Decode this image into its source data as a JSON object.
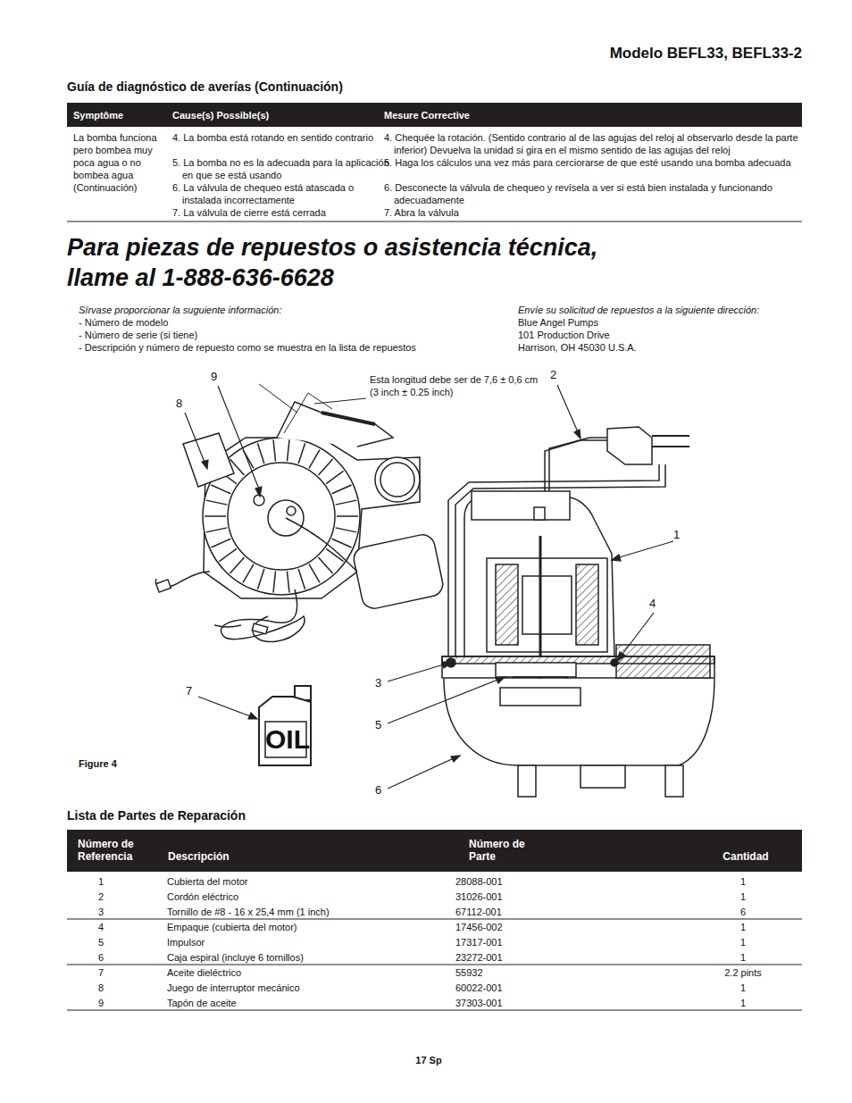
{
  "diagram": {
    "title": "Para piezas de repuestos o asistencia técnica, llame al 1-888-636-6628",
    "caption": "Figure 4",
    "labels": [
      "Modelo BEFL33, BEFL33-2",
      "Guía de diagnóstico de averías (Continuación)",
      "Symptôme",
      "Cause(s) Possible(s)",
      "Mesure Corrective",
      "La bomba funciona pero bombea muy poca agua o no bombea agua (Continuación)",
      "4. La bomba está rotando en sentido contrario",
      "5. La bomba no es la adecuada para la aplicación en que se está usando",
      "6. La válvula de chequeo está atascada o instalada incorrectamente",
      "7. La válvula de cierre está cerrada",
      "4. Chequée la rotación. (Sentido contrario al de las agujas del reloj al observarlo desde la parte inferior) Devuelva la unidad si gira en el mismo sentido de las agujas del reloj",
      "5. Haga los cálculos una vez más para cerciorarse de que esté usando una bomba adecuada",
      "6. Desconecte la válvula de chequeo y revísela a ver si está bien instalada y funcionando adecuadamente",
      "7. Abra la válvula",
      "Sírvase proporcionar la suguiente información:",
      "- Número de modelo",
      "- Número de serie (si tiene)",
      "- Descripción y número de repuesto como se muestra en la lista de repuestos",
      "Envíe su solicitud de repuestos a la siguiente dirección:",
      "Blue Angel Pumps",
      "101 Production Drive",
      "Harrison, OH 45030  U.S.A.",
      "Esta longitud debe ser de 7,6 ± 0,6 cm (3 inch ± 0.25 inch)",
      "9",
      "8",
      "2",
      "1",
      "4",
      "3",
      "7",
      "5",
      "6",
      "OIL",
      "Lista de Partes de Reparación",
      "Número de Referencia",
      "Descripción",
      "Número de Parte",
      "Cantidad",
      "1",
      "Cubierta del motor",
      "28088-001",
      "1",
      "2",
      "Cordón eléctrico",
      "31026-001",
      "1",
      "3",
      "Tornillo de #8 - 16 x 25,4 mm (1 inch)",
      "67112-001",
      "6",
      "4",
      "Empaque (cubierta del motor)",
      "17456-002",
      "1",
      "5",
      "Impulsor",
      "17317-001",
      "1",
      "6",
      "Caja espiral (incluye 6 tornillos)",
      "23272-001",
      "1",
      "7",
      "Aceite dieléctrico",
      "55932",
      "2.2 pints",
      "8",
      "Juego de interruptor mecánico",
      "60022-001",
      "1",
      "9",
      "Tapón de aceite",
      "37303-001",
      "1",
      "17 Sp"
    ]
  }
}
